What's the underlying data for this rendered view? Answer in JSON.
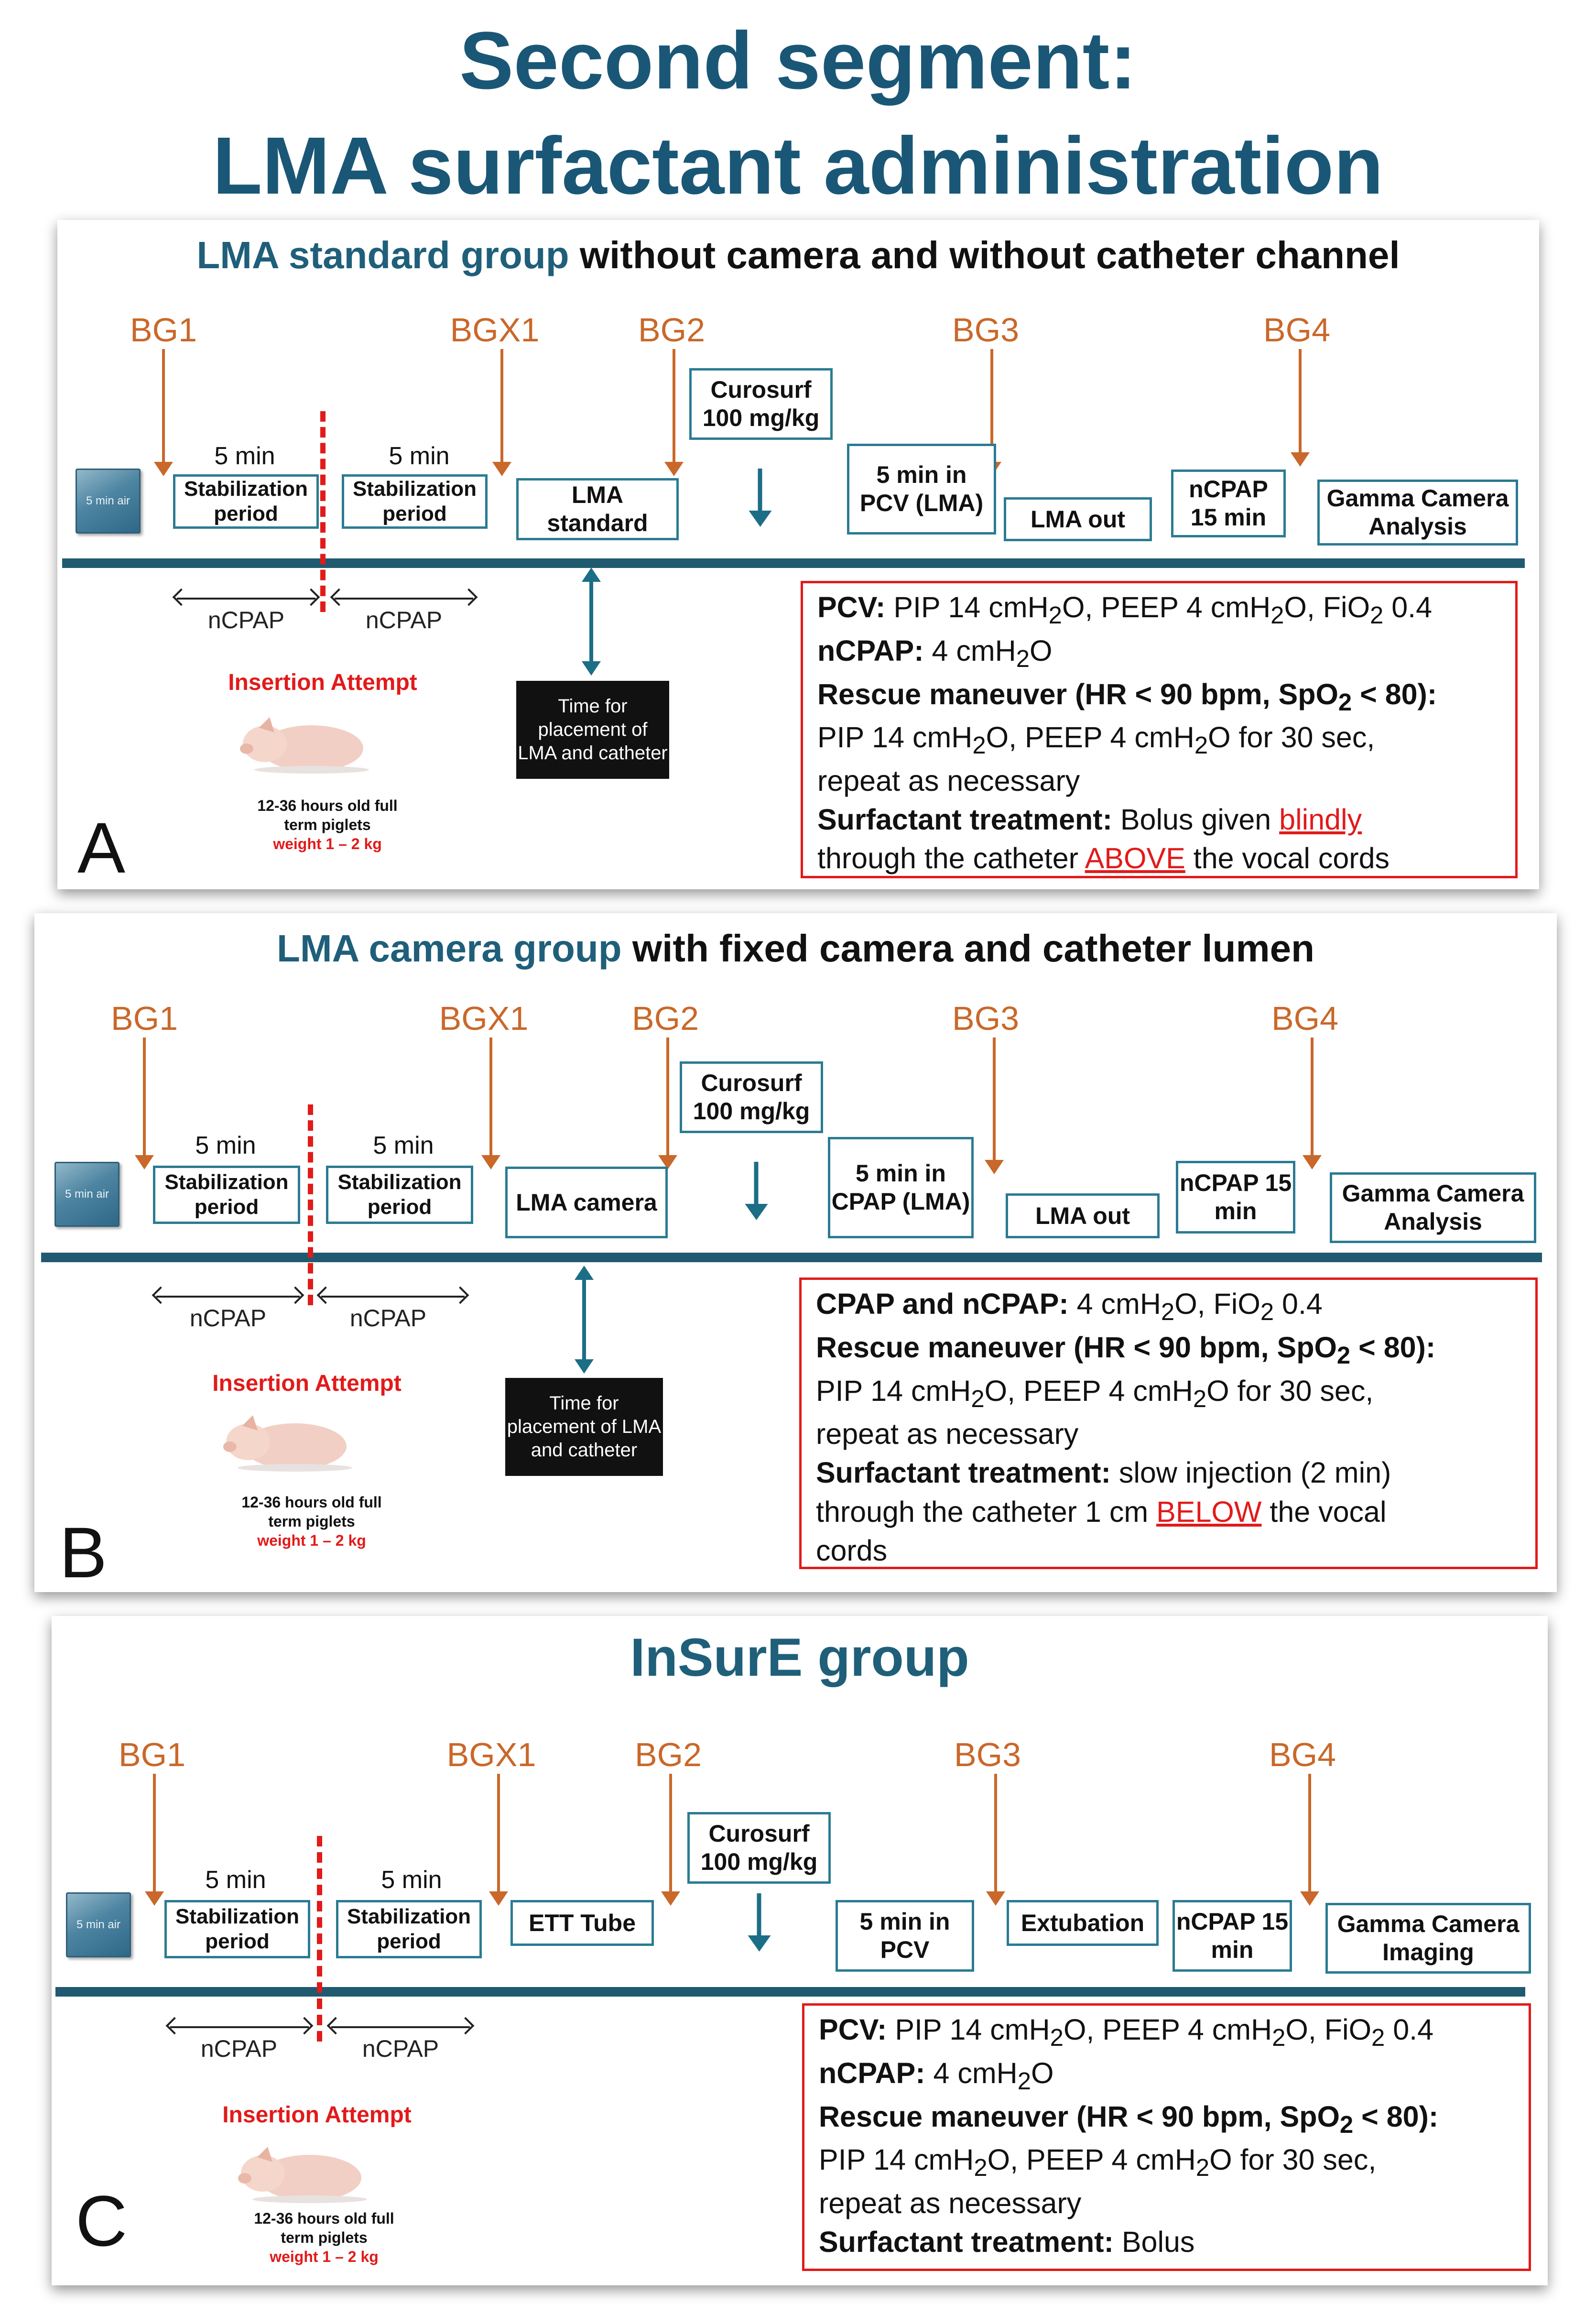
{
  "title": {
    "line1": "Second segment:",
    "line2": "LMA surfactant administration"
  },
  "common": {
    "bg1": "BG1",
    "bgx1": "BGX1",
    "bg2": "BG2",
    "bg3": "BG3",
    "bg4": "BG4",
    "five_min": "5 min",
    "stabilization": "Stabilization period",
    "air": "5 min air",
    "curosurf": "Curosurf 100 mg/kg",
    "ncpap_arrow": "nCPAP",
    "ncpap15": "nCPAP 15 min",
    "insertion": "Insertion Attempt",
    "piglet_line1": "12-36 hours old full",
    "piglet_line2": "term piglets",
    "piglet_weight": "weight 1 – 2 kg",
    "time_for": "Time for placement of LMA and catheter"
  },
  "panelA": {
    "title_group": "LMA standard group",
    "title_rest": "without camera and without catheter channel",
    "lma": "LMA standard",
    "pcv": "5 min in PCV (LMA)",
    "lma_out": "LMA out",
    "gamma": "Gamma Camera Analysis",
    "letter": "A",
    "info": {
      "l1_label": "PCV:",
      "l1_text": "PIP 14 cmH2O, PEEP 4 cmH2O, FiO2 0.4",
      "l2_label": "nCPAP:",
      "l2_text": "4 cmH2O",
      "l3_label": "Rescue maneuver (HR < 90 bpm, SpO2 < 80):",
      "l4": "PIP 14 cmH2O, PEEP 4 cmH2O for 30 sec,",
      "l5": "repeat as necessary",
      "l6_label": "Surfactant treatment:",
      "l6_text": "Bolus given",
      "l6_u": "blindly",
      "l7_text": "through the catheter",
      "l7_u": "ABOVE",
      "l7_end": "the vocal cords"
    }
  },
  "panelB": {
    "title_group": "LMA camera group",
    "title_rest": "with fixed camera and catheter lumen",
    "lma": "LMA camera",
    "cpap": "5 min in CPAP (LMA)",
    "lma_out": "LMA out",
    "gamma": "Gamma Camera Analysis",
    "letter": "B",
    "info": {
      "l1_label": "CPAP and nCPAP:",
      "l1_text": "4 cmH2O, FiO2 0.4",
      "l2_label": "Rescue maneuver (HR < 90 bpm, SpO2 < 80):",
      "l3": "PIP 14 cmH2O, PEEP 4 cmH2O for 30 sec,",
      "l4": "repeat as necessary",
      "l5_label": "Surfactant treatment:",
      "l5_text": "slow injection (2 min)",
      "l6_text": "through the catheter 1 cm",
      "l6_u": "BELOW",
      "l6_end": "the vocal",
      "l7": "cords"
    }
  },
  "panelC": {
    "title": "InSurE group",
    "ett": "ETT Tube",
    "pcv": "5 min in PCV",
    "extubation": "Extubation",
    "gamma": "Gamma Camera Imaging",
    "letter": "C",
    "info": {
      "l1_label": "PCV:",
      "l1_text": "PIP 14 cmH2O, PEEP 4 cmH2O, FiO2 0.4",
      "l2_label": "nCPAP:",
      "l2_text": "4 cmH2O",
      "l3_label": "Rescue maneuver (HR < 90 bpm, SpO2 < 80):",
      "l4": "PIP 14 cmH2O, PEEP 4 cmH2O for 30 sec,",
      "l5": "repeat as necessary",
      "l6_label": "Surfactant treatment:",
      "l6_text": "Bolus"
    }
  },
  "colors": {
    "title": "#1a5776",
    "timeline": "#1f5a70",
    "orange": "#c9682a",
    "red": "#e21a1a",
    "box_border": "#2b7b92"
  }
}
